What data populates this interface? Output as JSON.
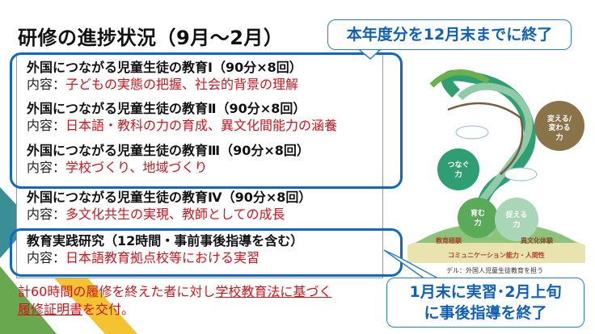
{
  "title": "研修の進捗状況（9月～2月）",
  "callouts": {
    "top": "本年度分を12月末までに終了",
    "bottom_line1": "1月末に実習･2月上旬",
    "bottom_line2": "に事後指導を終了"
  },
  "courses": [
    {
      "heading": "外国につながる児童生徒の教育Ⅰ（90分×8回）",
      "label": "内容：",
      "content": "子どもの実態の把握、社会的背景の理解"
    },
    {
      "heading": "外国につながる児童生徒の教育Ⅱ（90分×8回）",
      "label": "内容：",
      "content": "日本語・教科の力の育成、異文化間能力の涵養"
    },
    {
      "heading": "外国につながる児童生徒の教育Ⅲ（90分×8回）",
      "label": "内容：",
      "content": "学校づくり、地域づくり"
    },
    {
      "heading": "外国につながる児童生徒の教育Ⅳ（90分×8回）",
      "label": "内容：",
      "content": "多文化共生の実現、教師としての成長"
    },
    {
      "heading": "教育実践研究（12時間・事前事後指導を含む）",
      "label": "内容：",
      "content": "日本語教育拠点校等における実習"
    }
  ],
  "footer": {
    "part1": "計60時間の履修を終えた者に対し",
    "underlined1": "学校教育法に基づく",
    "underlined2": "履修証明書",
    "part2": "を交付。"
  },
  "illustration": {
    "circles": [
      "変える／変わる力",
      "つなぐ力",
      "育む力",
      "捉える力"
    ],
    "ground_labels": [
      "教育経験",
      "異文化体験"
    ],
    "base_label": "コミュニケーション能力・人間性",
    "caption": "デル：外国人児童生徒教育を担う"
  },
  "colors": {
    "accent_blue": "#1068c0",
    "content_red": "#d2141b",
    "teal": "#3a8f96",
    "green": "#6aa84f",
    "yellow": "#f3c331"
  }
}
